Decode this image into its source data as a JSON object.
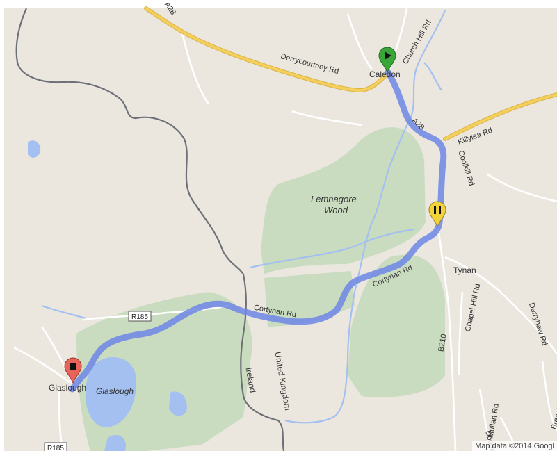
{
  "map": {
    "places": {
      "caledon": "Caledon",
      "tynan": "Tynan",
      "glaslough_town": "Glaslough",
      "glaslough_lake": "Glaslough",
      "lemnagore_line1": "Lemnagore",
      "lemnagore_line2": "Wood"
    },
    "roads": {
      "a28_top": "A28",
      "derrycourtney": "Derrycourtney Rd",
      "church_hill": "Church Hill Rd",
      "killylea": "Killylea Rd",
      "a28_route": "A28",
      "coolkill": "Coolkill Rd",
      "cortynan_1": "Cortynan Rd",
      "cortynan_2": "Cortynan Rd",
      "r185_top": "R185",
      "r185_bottom": "R185",
      "b210": "B210",
      "chapel_hill": "Chapel Hill Rd",
      "derryhaw": "Derryhaw Rd",
      "mullan": "Mullan Rd",
      "doogary": "Doogar",
      "breaghey": "Breaghey Rd"
    },
    "border": {
      "uk": "United Kingdom",
      "ireland": "Ireland"
    },
    "attribution": "Map data ©2014 Googl"
  },
  "colors": {
    "land": "#ebe7df",
    "wood": "#c9dcbf",
    "water": "#a3c0f0",
    "route": "#6f86e6",
    "major_road": "#f5cf5e",
    "border": "#6d7076",
    "start_marker": "#3aa63a",
    "pause_marker": "#f2d43a",
    "end_marker": "#e8645a"
  },
  "markers": {
    "start": "play-icon",
    "waypoint": "pause-icon",
    "end": "stop-icon"
  }
}
